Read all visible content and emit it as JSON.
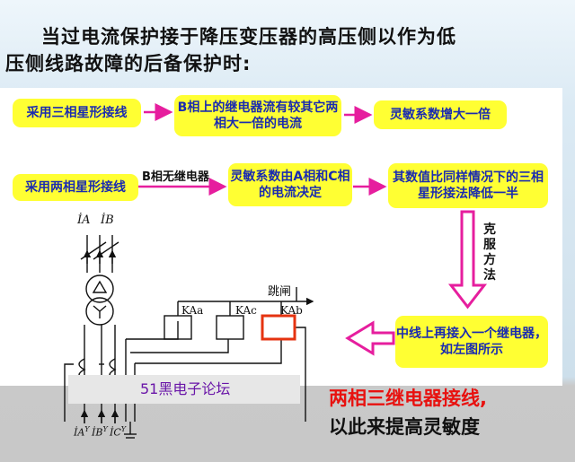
{
  "heading": {
    "line1": "当过电流保护接于降压变压器的高压侧以作为低",
    "line2": "压侧线路故障的后备保护时:"
  },
  "flow": {
    "row1": {
      "box1": "采用三相星形接线",
      "box2": "B相上的继电器流有较其它两相大一倍的电流",
      "box3": "灵敏系数增大一倍"
    },
    "row2": {
      "box1": "采用两相星形接线",
      "edge_label": "B相无继电器",
      "box2": "灵敏系数由A相和C相的电流决定",
      "box3": "其数值比同样情况下的三相星形接法降低一半"
    },
    "overcome_label": "克服方法",
    "solution_box": "中线上再接入一个继电器，如左图所示"
  },
  "circuit": {
    "relay_a": "KAa",
    "relay_c": "KAc",
    "relay_b": "KAb",
    "trip_label": "跳闸",
    "current_a_top": "İA",
    "current_b_top": "İB",
    "current_a_bottom": "İA",
    "current_b_bottom": "İB",
    "current_c_bottom": "İC",
    "sup": "Y"
  },
  "watermark": "51黑电子论坛",
  "conclusion": {
    "line1": "两相三继电器接线,",
    "line2": "以此来提高灵敏度"
  },
  "colors": {
    "box_fill": "#ffff33",
    "box_text": "#1a2bb0",
    "arrow": "#e61e9e",
    "highlight_box": "#e53310",
    "conclusion_red": "#e8110f"
  }
}
